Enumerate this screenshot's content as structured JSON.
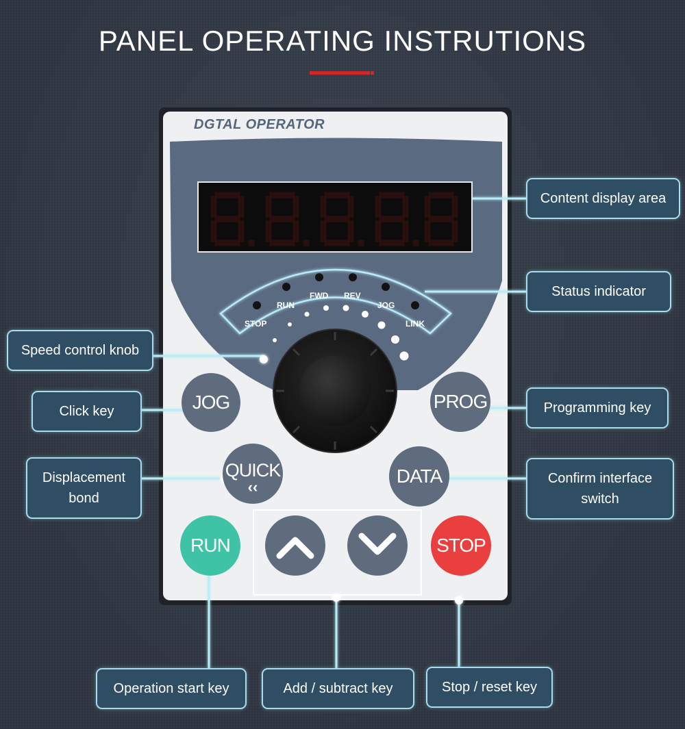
{
  "header": {
    "title": "PANEL OPERATING INSTRUTIONS"
  },
  "operator": {
    "brand": "DGTAL OPERATOR",
    "display_digits": "8.8.8.8.8"
  },
  "indicators": {
    "labels": [
      "STOP",
      "RUN",
      "FWD",
      "REV",
      "JOG",
      "LINK"
    ]
  },
  "keys": {
    "jog": "JOG",
    "prog": "PROG",
    "quick": "QUICK",
    "quick_arrows": "‹‹",
    "data": "DATA",
    "run": "RUN",
    "stop": "STOP",
    "up_icon": "chevron-up-icon",
    "down_icon": "chevron-down-icon"
  },
  "callouts": {
    "content_display": "Content display area",
    "status_indicator": "Status indicator",
    "speed_knob": "Speed control knob",
    "click_key": "Click key",
    "programming_key": "Programming key",
    "displacement_line1": "Displacement",
    "displacement_line2": "bond",
    "confirm_line1": "Confirm interface",
    "confirm_line2": "switch",
    "operation_start": "Operation start key",
    "add_subtract": "Add / subtract key",
    "stop_reset": "Stop / reset key"
  },
  "colors": {
    "background": "#333b48",
    "panel": "#eef0f2",
    "top_plate": "#5a6b81",
    "key_gray": "#5f6c7e",
    "run_key": "#3fc3a6",
    "stop_key": "#e9403f",
    "callout_fill": "#2f4e64",
    "callout_border": "#a9dde9",
    "accent_red": "#d0282a"
  }
}
